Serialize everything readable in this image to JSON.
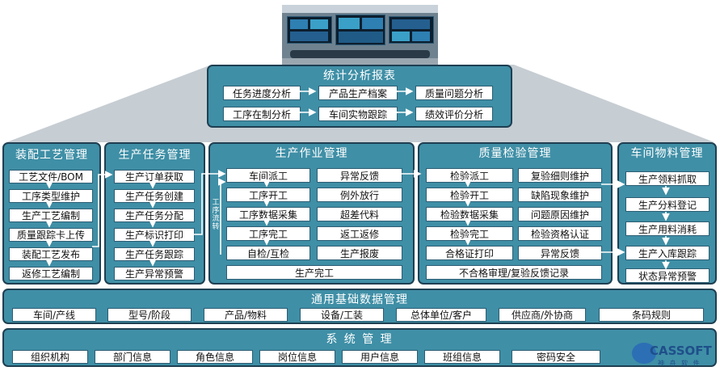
{
  "top_panel": {
    "title": "统计分析报表",
    "items": [
      "任务进度分析",
      "产品生产档案",
      "质量问题分析",
      "工序在制分析",
      "车间实物跟踪",
      "绩效评价分析"
    ]
  },
  "assembly": {
    "title": "装配工艺管理",
    "items": [
      "工艺文件/BOM",
      "工序类型维护",
      "生产工艺编制",
      "质量跟踪卡上传",
      "装配工艺发布",
      "返修工艺编制"
    ]
  },
  "task": {
    "title": "生产任务管理",
    "items": [
      "生产订单获取",
      "生产任务创建",
      "生产任务分配",
      "生产标识打印",
      "生产任务跟踪",
      "生产异常预警"
    ]
  },
  "operation": {
    "title": "生产作业管理",
    "side_label": "工序流转",
    "left": [
      "车间派工",
      "工序开工",
      "工序数据采集",
      "工序完工",
      "自检/互检"
    ],
    "right": [
      "异常反馈",
      "例外放行",
      "超差代料",
      "返工返修",
      "生产报废"
    ],
    "bottom": "生产完工"
  },
  "quality": {
    "title": "质量检验管理",
    "left": [
      "检验派工",
      "检验开工",
      "检验数据采集",
      "检验完工",
      "合格证打印"
    ],
    "right": [
      "复验细则维护",
      "缺陷现象维护",
      "问题原因维护",
      "检验资格认证",
      "异常反馈"
    ],
    "bottom": "不合格审理/复验反馈记录"
  },
  "material": {
    "title": "车间物料管理",
    "items": [
      "生产领料抓取",
      "生产分料登记",
      "生产用料消耗",
      "生产入库跟踪",
      "状态异常预警"
    ]
  },
  "base": {
    "title": "通用基础数据管理",
    "items": [
      "车间/产线",
      "型号/阶段",
      "产品/物料",
      "设备/工装",
      "总体单位/客户",
      "供应商/外协商",
      "条码规则"
    ]
  },
  "system": {
    "title": "系 统 管 理",
    "items": [
      "组织机构",
      "部门信息",
      "角色信息",
      "岗位信息",
      "用户信息",
      "班组信息",
      "密码安全"
    ]
  },
  "logo": {
    "name": "CASSOFT",
    "sub": "神 舟 软 件"
  },
  "colors": {
    "panel": "#3f8fa6",
    "border": "#1f3f52",
    "cone": "#c6cdd3",
    "arrow": "#ffffff"
  }
}
